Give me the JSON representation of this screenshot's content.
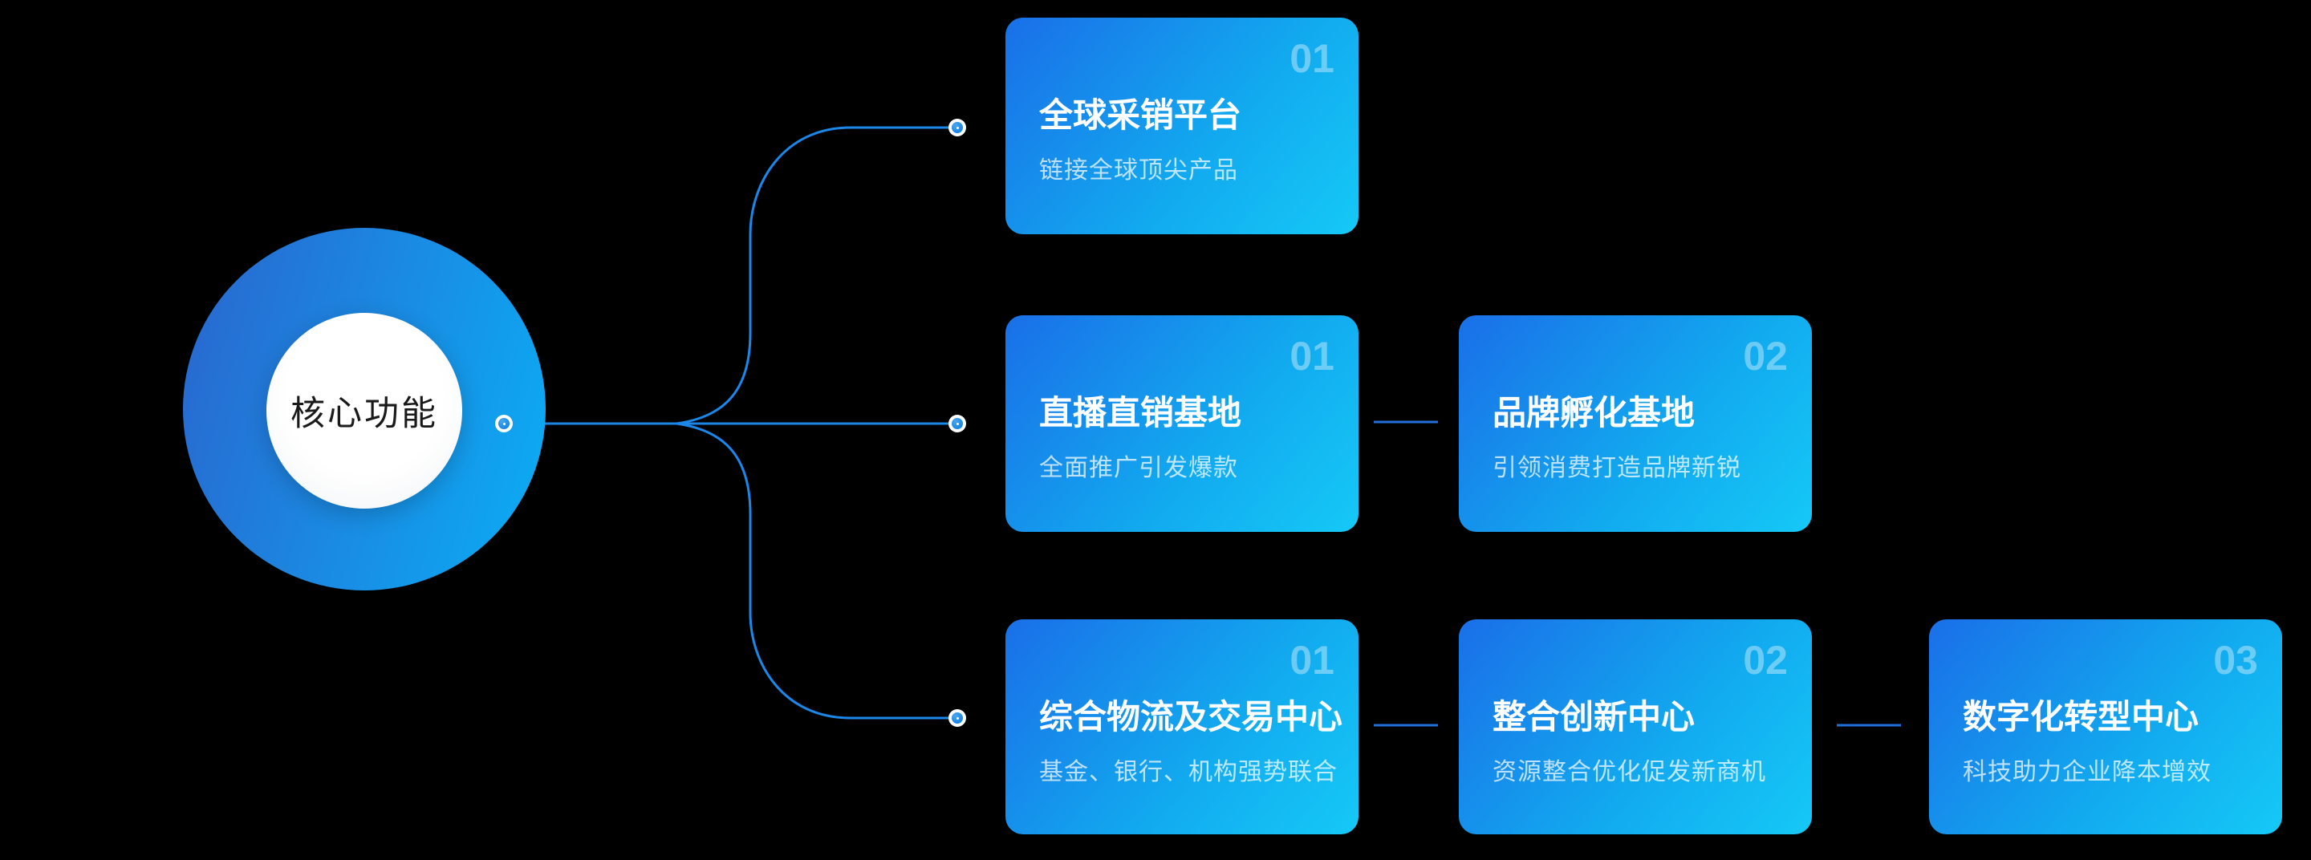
{
  "hub": {
    "label": "核心功能"
  },
  "cards": [
    {
      "number": "01",
      "title": "全球采销平台",
      "subtitle": "链接全球顶尖产品"
    },
    {
      "number": "01",
      "title": "直播直销基地",
      "subtitle": "全面推广引发爆款"
    },
    {
      "number": "02",
      "title": "品牌孵化基地",
      "subtitle": "引领消费打造品牌新锐"
    },
    {
      "number": "01",
      "title": "综合物流及交易中心",
      "subtitle": "基金、银行、机构强势联合"
    },
    {
      "number": "02",
      "title": "整合创新中心",
      "subtitle": "资源整合优化促发新商机"
    },
    {
      "number": "03",
      "title": "数字化转型中心",
      "subtitle": "科技助力企业降本增效"
    }
  ],
  "colors": {
    "background": "#000000",
    "card_gradient_start": "#1a6fe8",
    "card_gradient_mid": "#12a9ef",
    "card_gradient_end": "#15c9f6",
    "hub_gradient_start": "#2a65ce",
    "hub_gradient_end": "#0baef5",
    "connector": "#1b87e8",
    "inter_card_connector": "#2270dc",
    "number_color": "rgba(255,255,255,0.38)",
    "subtitle_color": "rgba(255,255,255,0.72)"
  }
}
